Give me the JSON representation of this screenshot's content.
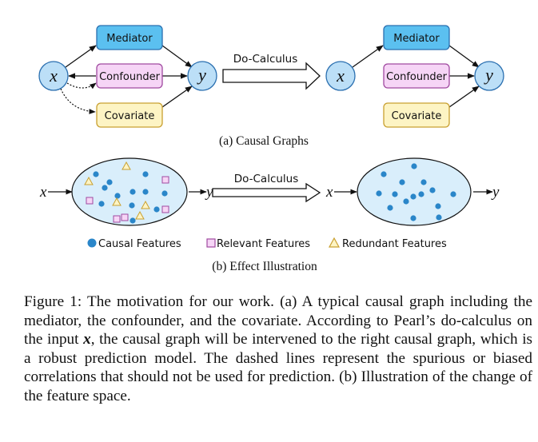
{
  "graph": {
    "left": {
      "node_x": "x",
      "node_y": "y",
      "mediator": "Mediator",
      "confounder": "Confounder",
      "covariate": "Covariate"
    },
    "right": {
      "node_x": "x",
      "node_y": "y",
      "mediator": "Mediator",
      "confounder": "Confounder",
      "covariate": "Covariate"
    },
    "arrow_label": "Do-Calculus",
    "subcaption": "(a) Causal Graphs"
  },
  "effect": {
    "input": "x",
    "output_left": "y",
    "input_right": "x",
    "output_right": "y",
    "arrow_label": "Do-Calculus",
    "legend": {
      "causal": "Causal Features",
      "relevant": "Relevant Features",
      "redundant": "Redundant Features"
    },
    "subcaption": "(b) Effect Illustration"
  },
  "caption": {
    "prefix": "Figure 1: The motivation for our work. (a) A typical causal graph including the mediator, the confounder, and the covariate. According to Pearl’s do-calculus on the input ",
    "math": "x",
    "suffix": ", the causal graph will be intervened to the right causal graph, which is a robust prediction model. The dashed lines represent the spurious or biased correlations that should not be used for prediction. (b) Illustration of the change of the feature space."
  },
  "colors": {
    "blue_fill": "#5bc0f0",
    "blue_stroke": "#2a6fb0",
    "node_fill": "#bcdff7",
    "pink_fill": "#f6d5f6",
    "pink_stroke": "#a04aa0",
    "yellow_fill": "#fdf4c4",
    "yellow_stroke": "#c9a030",
    "ellipse_fill": "#d9eefb",
    "dot": "#2a86c9"
  }
}
